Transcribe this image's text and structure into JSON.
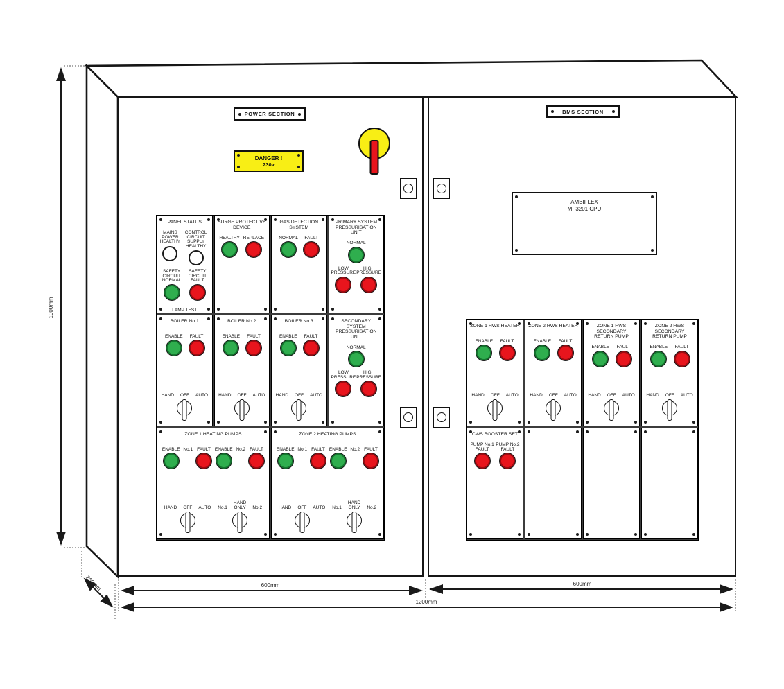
{
  "drawing": {
    "power_plate": "POWER SECTION",
    "bms_plate": "BMS SECTION",
    "danger": {
      "line1": "DANGER !",
      "line2": "230v"
    },
    "cpu": {
      "line1": "AMBIFLEX",
      "line2": "MF3201 CPU"
    },
    "dimensions": {
      "height": "1000mm",
      "depth": "260mm",
      "power_width": "600mm",
      "bms_width": "600mm",
      "total_width": "1200mm"
    },
    "colors": {
      "lamp_green": "#2fae4e",
      "lamp_red": "#e8151d",
      "lamp_white": "#ffffff",
      "button_black": "#0e0e0e",
      "danger_yellow": "#f8ee15",
      "switch_handle_red": "#e8151d"
    }
  },
  "power_panels": {
    "row1": [
      {
        "name": "panel-status-module",
        "title": "PANEL STATUS",
        "rows": [
          {
            "type": "lamps",
            "items": [
              {
                "label": [
                  "MAINS POWER",
                  "HEALTHY"
                ],
                "lamp": "white"
              },
              {
                "label": [
                  "CONTROL CIRCUIT",
                  "SUPPLY HEALTHY"
                ],
                "lamp": "white"
              }
            ]
          },
          {
            "type": "lamps",
            "items": [
              {
                "label": [
                  "SAFETY CIRCUIT",
                  "NORMAL"
                ],
                "lamp": "green"
              },
              {
                "label": [
                  "SAFETY CIRCUIT",
                  "FAULT"
                ],
                "lamp": "red"
              }
            ]
          },
          {
            "type": "lamps",
            "items": [
              {
                "label": [
                  "LAMP TEST"
                ],
                "lamp": "black"
              }
            ]
          }
        ]
      },
      {
        "name": "surge-protective-device-module",
        "title": "SURGE PROTECTIVE DEVICE",
        "rows": [
          {
            "type": "lamps",
            "items": [
              {
                "label": [
                  "HEALTHY"
                ],
                "lamp": "green"
              },
              {
                "label": [
                  "REPLACE"
                ],
                "lamp": "red"
              }
            ]
          }
        ]
      },
      {
        "name": "gas-detection-system-module",
        "title": "GAS DETECTION SYSTEM",
        "rows": [
          {
            "type": "lamps",
            "items": [
              {
                "label": [
                  "NORMAL"
                ],
                "lamp": "green"
              },
              {
                "label": [
                  "FAULT"
                ],
                "lamp": "red"
              }
            ]
          }
        ]
      },
      {
        "name": "primary-pressurisation-module",
        "title": [
          "PRIMARY SYSTEM",
          "PRESSURISATION UNIT"
        ],
        "rows": [
          {
            "type": "lamps",
            "items": [
              {
                "label": [
                  "NORMAL"
                ],
                "lamp": "green"
              }
            ]
          },
          {
            "type": "lamps",
            "items": [
              {
                "label": [
                  "LOW",
                  "PRESSURE"
                ],
                "lamp": "red"
              },
              {
                "label": [
                  "HIGH",
                  "PRESSURE"
                ],
                "lamp": "red"
              }
            ]
          }
        ]
      }
    ],
    "row2": [
      {
        "name": "boiler-1-module",
        "title": "BOILER No.1",
        "rows": [
          {
            "type": "lamps",
            "items": [
              {
                "label": [
                  "ENABLE"
                ],
                "lamp": "green"
              },
              {
                "label": [
                  "FAULT"
                ],
                "lamp": "red"
              }
            ]
          },
          {
            "type": "selectors",
            "bottom": true,
            "items": [
              {
                "labels": [
                  "HAND",
                  "OFF",
                  "AUTO"
                ]
              }
            ]
          }
        ]
      },
      {
        "name": "boiler-2-module",
        "title": "BOILER No.2",
        "rows": [
          {
            "type": "lamps",
            "items": [
              {
                "label": [
                  "ENABLE"
                ],
                "lamp": "green"
              },
              {
                "label": [
                  "FAULT"
                ],
                "lamp": "red"
              }
            ]
          },
          {
            "type": "selectors",
            "bottom": true,
            "items": [
              {
                "labels": [
                  "HAND",
                  "OFF",
                  "AUTO"
                ]
              }
            ]
          }
        ]
      },
      {
        "name": "boiler-3-module",
        "title": "BOILER No.3",
        "rows": [
          {
            "type": "lamps",
            "items": [
              {
                "label": [
                  "ENABLE"
                ],
                "lamp": "green"
              },
              {
                "label": [
                  "FAULT"
                ],
                "lamp": "red"
              }
            ]
          },
          {
            "type": "selectors",
            "bottom": true,
            "items": [
              {
                "labels": [
                  "HAND",
                  "OFF",
                  "AUTO"
                ]
              }
            ]
          }
        ]
      },
      {
        "name": "secondary-pressurisation-module",
        "title": [
          "SECONDARY SYSTEM",
          "PRESSURISATION UNIT"
        ],
        "rows": [
          {
            "type": "lamps",
            "items": [
              {
                "label": [
                  "NORMAL"
                ],
                "lamp": "green"
              }
            ]
          },
          {
            "type": "lamps",
            "items": [
              {
                "label": [
                  "LOW",
                  "PRESSURE"
                ],
                "lamp": "red"
              },
              {
                "label": [
                  "HIGH",
                  "PRESSURE"
                ],
                "lamp": "red"
              }
            ]
          }
        ]
      }
    ],
    "row3": [
      {
        "name": "zone-1-heating-pumps-module",
        "title": "ZONE 1 HEATING PUMPS",
        "rows": [
          {
            "type": "lamps",
            "items": [
              {
                "label": [
                  "ENABLE"
                ],
                "lamp": "green"
              },
              {
                "label": [
                  "No.1"
                ]
              },
              {
                "label": [
                  "FAULT"
                ],
                "lamp": "red"
              },
              {
                "label": [
                  "ENABLE"
                ],
                "lamp": "green"
              },
              {
                "label": [
                  "No.2"
                ]
              },
              {
                "label": [
                  "FAULT"
                ],
                "lamp": "red"
              }
            ]
          },
          {
            "type": "selectors",
            "bottom": true,
            "items": [
              {
                "labels": [
                  "HAND",
                  "OFF",
                  "AUTO"
                ]
              },
              {
                "labels": [
                  "No.1",
                  [
                    "HAND",
                    "ONLY"
                  ],
                  "No.2"
                ]
              }
            ]
          }
        ]
      },
      {
        "name": "zone-2-heating-pumps-module",
        "title": "ZONE 2 HEATING PUMPS",
        "rows": [
          {
            "type": "lamps",
            "items": [
              {
                "label": [
                  "ENABLE"
                ],
                "lamp": "green"
              },
              {
                "label": [
                  "No.1"
                ]
              },
              {
                "label": [
                  "FAULT"
                ],
                "lamp": "red"
              },
              {
                "label": [
                  "ENABLE"
                ],
                "lamp": "green"
              },
              {
                "label": [
                  "No.2"
                ]
              },
              {
                "label": [
                  "FAULT"
                ],
                "lamp": "red"
              }
            ]
          },
          {
            "type": "selectors",
            "bottom": true,
            "items": [
              {
                "labels": [
                  "HAND",
                  "OFF",
                  "AUTO"
                ]
              },
              {
                "labels": [
                  "No.1",
                  [
                    "HAND",
                    "ONLY"
                  ],
                  "No.2"
                ]
              }
            ]
          }
        ]
      }
    ]
  },
  "bms_panels": {
    "row1": [
      {
        "name": "zone-1-hws-heater-module",
        "title": "ZONE 1 HWS HEATER",
        "rows": [
          {
            "type": "lamps",
            "items": [
              {
                "label": [
                  "ENABLE"
                ],
                "lamp": "green"
              },
              {
                "label": [
                  "FAULT"
                ],
                "lamp": "red"
              }
            ]
          },
          {
            "type": "selectors",
            "bottom": true,
            "items": [
              {
                "labels": [
                  "HAND",
                  "OFF",
                  "AUTO"
                ]
              }
            ]
          }
        ]
      },
      {
        "name": "zone-2-hws-heater-module",
        "title": "ZONE 2 HWS HEATER",
        "rows": [
          {
            "type": "lamps",
            "items": [
              {
                "label": [
                  "ENABLE"
                ],
                "lamp": "green"
              },
              {
                "label": [
                  "FAULT"
                ],
                "lamp": "red"
              }
            ]
          },
          {
            "type": "selectors",
            "bottom": true,
            "items": [
              {
                "labels": [
                  "HAND",
                  "OFF",
                  "AUTO"
                ]
              }
            ]
          }
        ]
      },
      {
        "name": "zone-1-hws-secondary-return-pump-module",
        "title": [
          "ZONE 1 HWS SECONDARY",
          "RETURN PUMP"
        ],
        "rows": [
          {
            "type": "lamps",
            "items": [
              {
                "label": [
                  "ENABLE"
                ],
                "lamp": "green"
              },
              {
                "label": [
                  "FAULT"
                ],
                "lamp": "red"
              }
            ]
          },
          {
            "type": "selectors",
            "bottom": true,
            "items": [
              {
                "labels": [
                  "HAND",
                  "OFF",
                  "AUTO"
                ]
              }
            ]
          }
        ]
      },
      {
        "name": "zone-2-hws-secondary-return-pump-module",
        "title": [
          "ZONE 2 HWS SECONDARY",
          "RETURN PUMP"
        ],
        "rows": [
          {
            "type": "lamps",
            "items": [
              {
                "label": [
                  "ENABLE"
                ],
                "lamp": "green"
              },
              {
                "label": [
                  "FAULT"
                ],
                "lamp": "red"
              }
            ]
          },
          {
            "type": "selectors",
            "bottom": true,
            "items": [
              {
                "labels": [
                  "HAND",
                  "OFF",
                  "AUTO"
                ]
              }
            ]
          }
        ]
      }
    ],
    "row2": [
      {
        "name": "cws-booster-set-module",
        "title": "CWS BOOSTER SET",
        "rows": [
          {
            "type": "lamps",
            "items": [
              {
                "label": [
                  "PUMP No.1",
                  "FAULT"
                ],
                "lamp": "red"
              },
              {
                "label": [
                  "PUMP No.2",
                  "FAULT"
                ],
                "lamp": "red"
              }
            ]
          }
        ]
      },
      {
        "name": "blank-panel"
      },
      {
        "name": "blank-panel"
      },
      {
        "name": "blank-panel"
      }
    ]
  }
}
